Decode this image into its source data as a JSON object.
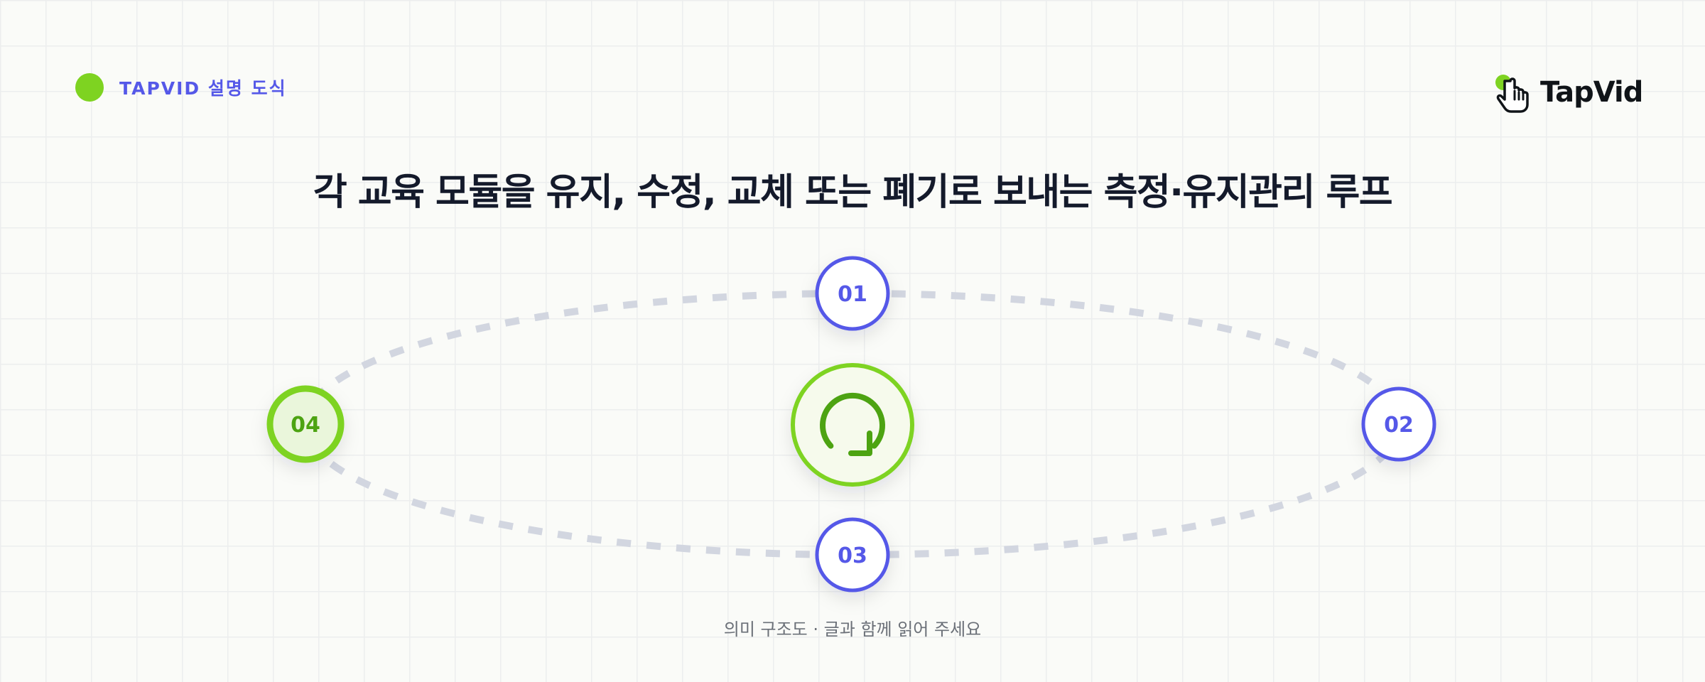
{
  "header": {
    "tag_label": "TAPVID 설명 도식",
    "tag_dot_color": "#7ed321"
  },
  "logo": {
    "word": "TapVid",
    "icon": "hand-pointer-icon"
  },
  "title": "각 교육 모듈을 유지, 수정, 교체 또는 폐기로 보내는 측정·유지관리 루프",
  "diagram": {
    "center_icon": "refresh-cycle-icon",
    "nodes": [
      {
        "label": "01",
        "color": "#5558e8"
      },
      {
        "label": "02",
        "color": "#5558e8"
      },
      {
        "label": "03",
        "color": "#5558e8"
      },
      {
        "label": "04",
        "color": "#7ed321"
      }
    ],
    "connector_color": "#d2d6e0"
  },
  "caption": "의미 구조도 · 글과 함께 읽어 주세요",
  "colors": {
    "accent_blue": "#5558e8",
    "accent_green": "#7ed321",
    "dark_green": "#4da312",
    "text_dark": "#141a2b",
    "caption_gray": "#6b7078"
  }
}
